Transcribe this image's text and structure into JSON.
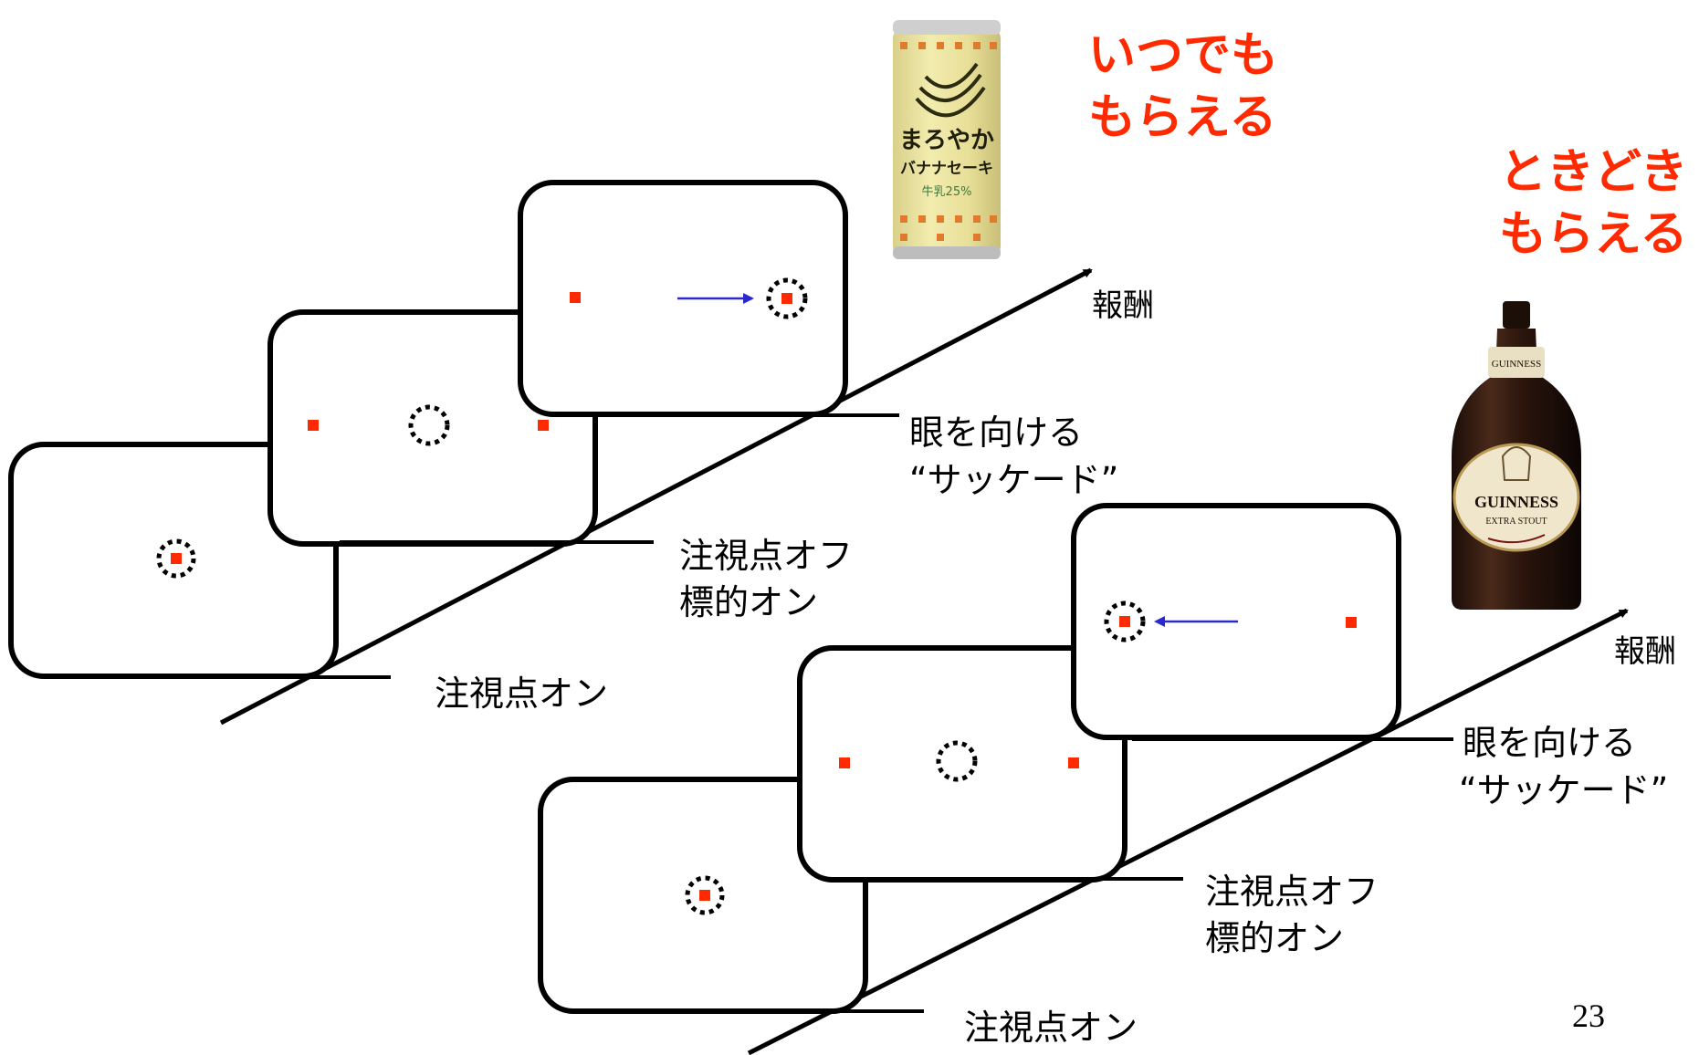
{
  "top_sequence": {
    "step1": "注視点オン",
    "step2_line1": "注視点オフ",
    "step2_line2": "標的オン",
    "step3_line1": "眼を向ける",
    "step3_line2": "“サッケード”",
    "axis_label": "報酬",
    "reward_line1": "いつでも",
    "reward_line2": "もらえる",
    "reward_image": "banana-milk-can-image"
  },
  "bottom_sequence": {
    "step1": "注視点オン",
    "step2_line1": "注視点オフ",
    "step2_line2": "標的オン",
    "step3_line1": "眼を向ける",
    "step3_line2": "“サッケード”",
    "axis_label": "報酬",
    "reward_line1": "ときどき",
    "reward_line2": "もらえる",
    "reward_image": "beer-bottle-image"
  },
  "can_text": {
    "line1": "まろやか",
    "line2": "バナナセーキ",
    "line3": "牛乳25%"
  },
  "bottle_text": {
    "brand": "GUINNESS",
    "sub": "EXTRA STOUT"
  },
  "page_number": "23",
  "colors": {
    "dot": "#ff2a00",
    "arrow": "#2a2acc",
    "reward_text": "#ff2a00"
  }
}
